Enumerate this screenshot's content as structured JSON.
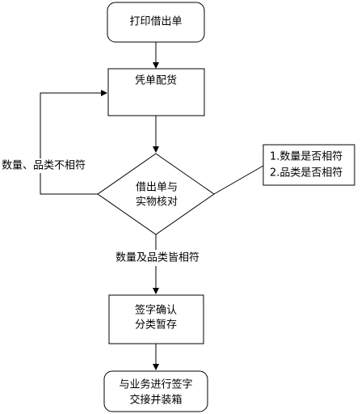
{
  "nodes": {
    "start": {
      "text": "打印借出单"
    },
    "match": {
      "text": "凭单配货"
    },
    "check": {
      "lines": [
        "借出单与",
        "实物核对"
      ]
    },
    "confirm": {
      "lines": [
        "签字确认",
        "分类暂存"
      ]
    },
    "handover": {
      "lines": [
        "与业务进行签字",
        "交接并装箱"
      ]
    }
  },
  "edges": {
    "mismatch_label": "数量、品类不相符",
    "match_label": "数量及品类皆相符"
  },
  "note": {
    "lines": [
      "1.数量是否相符",
      "2.品类是否相符"
    ]
  }
}
